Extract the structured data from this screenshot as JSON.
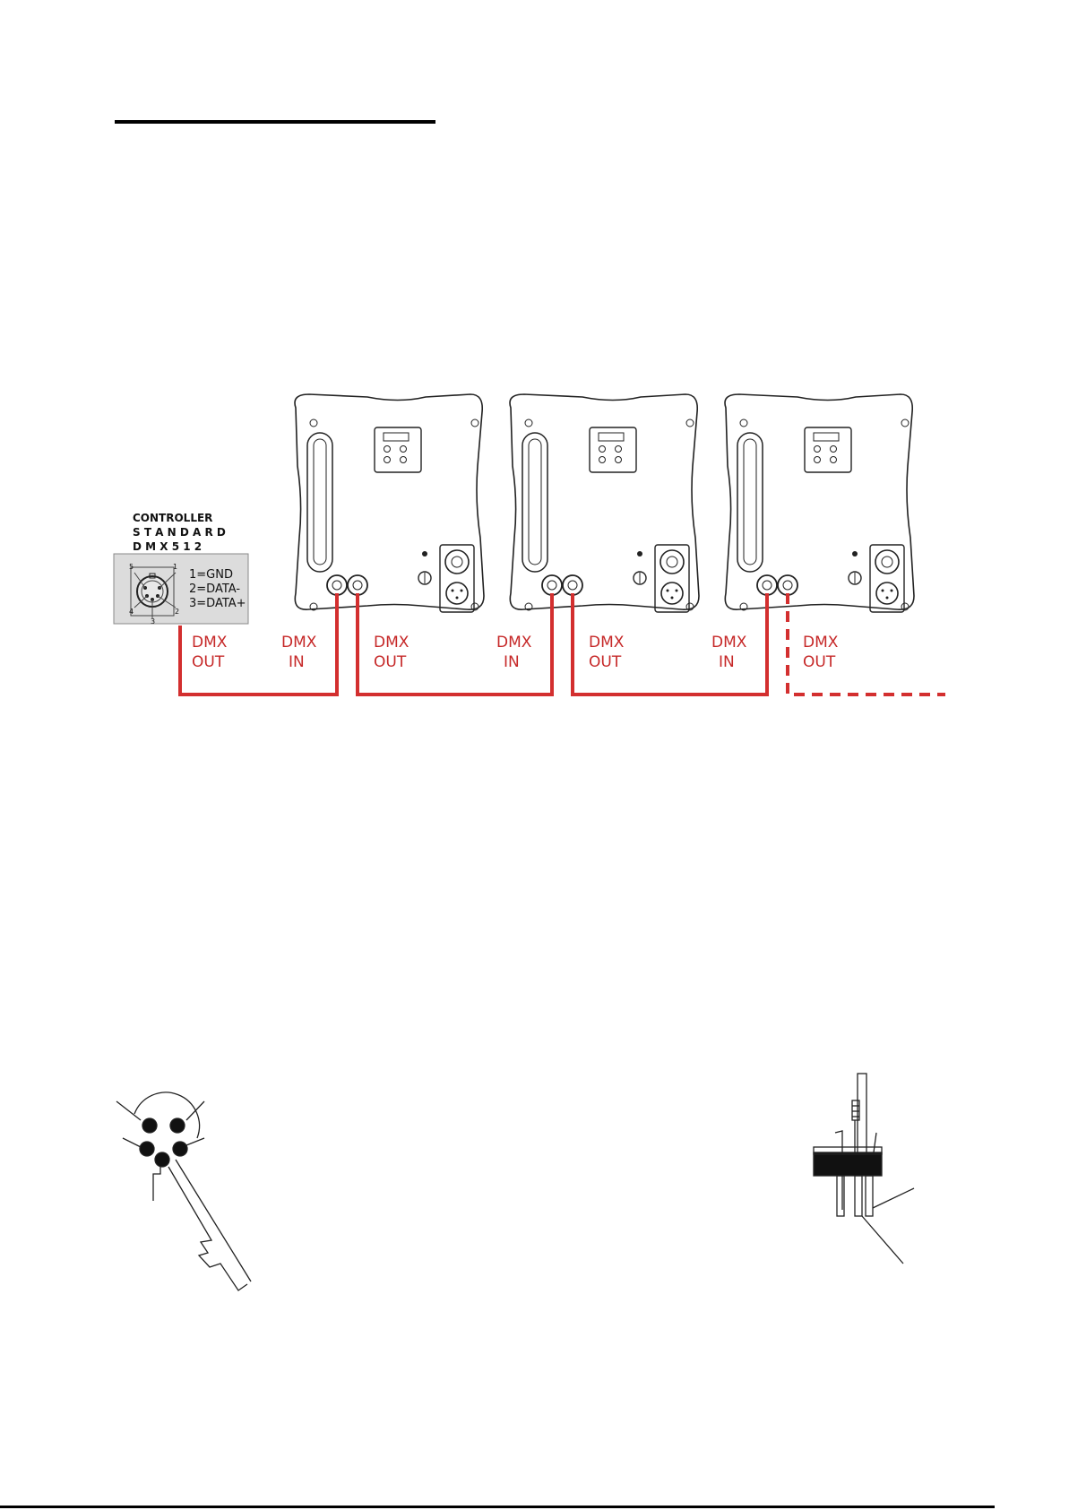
{
  "controller": {
    "title_line1": "CONTROLLER",
    "title_line2": "S T A N D A R D",
    "title_line3": "D M X   5 1 2",
    "pins": [
      "1=GND",
      "2=DATA-",
      "3=DATA+"
    ],
    "pin_numbers": [
      "1",
      "2",
      "3",
      "4",
      "5"
    ]
  },
  "chain_labels": [
    {
      "line1": "DMX",
      "line2": "OUT"
    },
    {
      "line1": "DMX",
      "line2": "IN"
    },
    {
      "line1": "DMX",
      "line2": "OUT"
    },
    {
      "line1": "DMX",
      "line2": "IN"
    },
    {
      "line1": "DMX",
      "line2": "OUT"
    },
    {
      "line1": "DMX",
      "line2": "IN"
    },
    {
      "line1": "DMX",
      "line2": "OUT"
    }
  ],
  "colors": {
    "cable": "#d32f2f",
    "controller_fill": "#dcdcdc",
    "line": "#222222"
  },
  "icons": [
    "xlr-connector-icon",
    "powercon-connector-icon",
    "fuse-icon",
    "lcd-display-icon"
  ]
}
